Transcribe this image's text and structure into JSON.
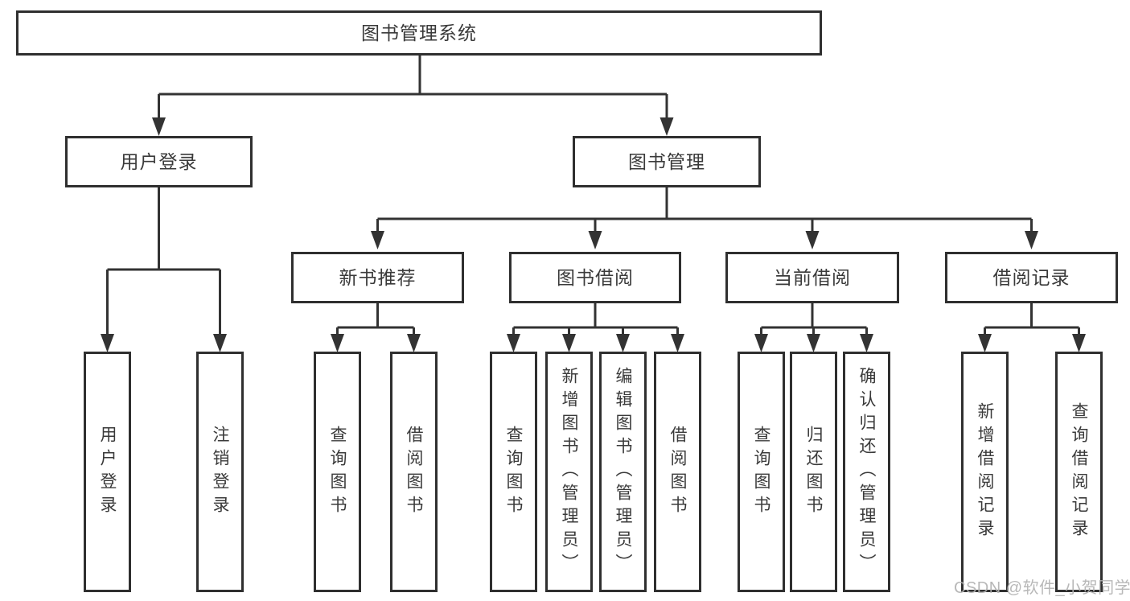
{
  "diagram": {
    "title": "图书管理系统",
    "type": "hierarchy-tree",
    "colors": {
      "line": "#333333",
      "box_border": "#2f2f2f",
      "box_fill": "#ffffff",
      "text": "#3a3a3a",
      "watermark": "#b2b2b2",
      "background": "#ffffff"
    },
    "tree": {
      "root": {
        "label": "图书管理系统",
        "children": [
          {
            "label": "用户登录",
            "children": [
              {
                "label": "用户登录"
              },
              {
                "label": "注销登录"
              }
            ]
          },
          {
            "label": "图书管理",
            "children": [
              {
                "label": "新书推荐",
                "children": [
                  {
                    "label": "查询图书"
                  },
                  {
                    "label": "借阅图书"
                  }
                ]
              },
              {
                "label": "图书借阅",
                "children": [
                  {
                    "label": "查询图书"
                  },
                  {
                    "label": "新增图书（管理员）"
                  },
                  {
                    "label": "编辑图书（管理员）"
                  },
                  {
                    "label": "借阅图书"
                  }
                ]
              },
              {
                "label": "当前借阅",
                "children": [
                  {
                    "label": "查询图书"
                  },
                  {
                    "label": "归还图书"
                  },
                  {
                    "label": "确认归还（管理员）"
                  }
                ]
              },
              {
                "label": "借阅记录",
                "children": [
                  {
                    "label": "新增借阅记录"
                  },
                  {
                    "label": "查询借阅记录"
                  }
                ]
              }
            ]
          }
        ]
      }
    },
    "watermark": "CSDN @软件_小贺同学"
  }
}
